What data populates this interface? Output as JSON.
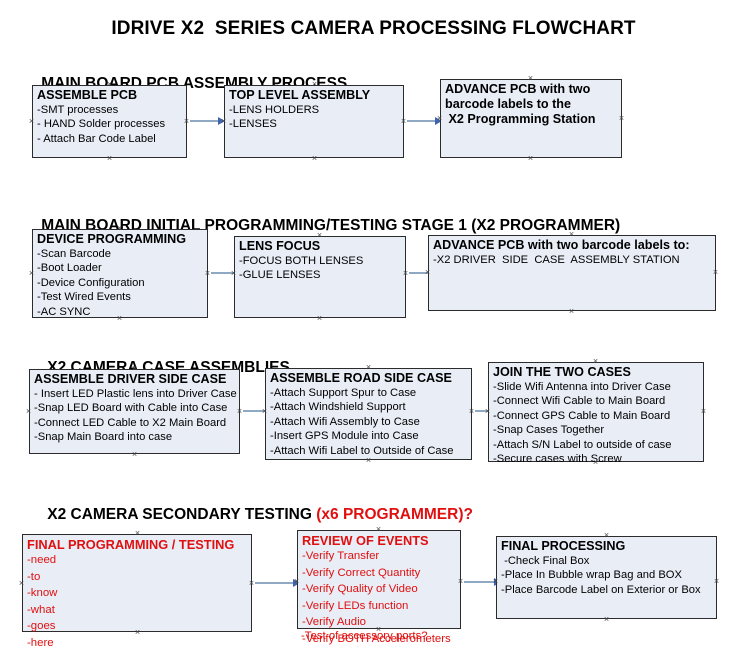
{
  "title": "IDRIVE X2  SERIES CAMERA PROCESSING FLOWCHART",
  "sections": [
    {
      "heading": "MAIN BOARD PCB ASSEMBLY PROCESS",
      "heading_red_suffix": "",
      "nodes": [
        {
          "title": "ASSEMBLE PCB",
          "lines": [
            "-SMT processes",
            "- HAND Solder processes",
            "- Attach Bar Code Label"
          ]
        },
        {
          "title": "TOP LEVEL ASSEMBLY",
          "lines": [
            "-LENS HOLDERS",
            "-LENSES"
          ]
        },
        {
          "title": "ADVANCE PCB with two",
          "lines": [
            "barcode labels to the",
            " X2 Programming Station"
          ]
        }
      ]
    },
    {
      "heading": "MAIN BOARD INITIAL PROGRAMMING/TESTING STAGE 1 (X2 PROGRAMMER)",
      "heading_red_suffix": "",
      "nodes": [
        {
          "title": "DEVICE PROGRAMMING",
          "lines": [
            "-Scan Barcode",
            "-Boot Loader",
            "-Device Configuration",
            "-Test Wired Events",
            "-AC SYNC"
          ]
        },
        {
          "title": "LENS FOCUS",
          "lines": [
            "-FOCUS BOTH LENSES",
            "-GLUE LENSES"
          ]
        },
        {
          "title": "ADVANCE PCB with two barcode labels to:",
          "lines": [
            "-X2 DRIVER  SIDE  CASE  ASSEMBLY STATION"
          ]
        }
      ]
    },
    {
      "heading": "X2 CAMERA CASE ASSEMBLIES",
      "heading_red_suffix": "",
      "nodes": [
        {
          "title": "ASSEMBLE DRIVER SIDE CASE",
          "lines": [
            "- Insert LED Plastic lens into Driver Case",
            "-Snap LED Board with Cable into Case",
            "-Connect LED Cable to X2 Main Board",
            "-Snap Main Board into case"
          ]
        },
        {
          "title": "ASSEMBLE ROAD SIDE CASE",
          "lines": [
            "-Attach Support Spur to Case",
            "-Attach Windshield Support",
            "-Attach Wifi Assembly to Case",
            "-Insert GPS Module into Case",
            "-Attach Wifi Label to Outside of Case"
          ]
        },
        {
          "title": "JOIN THE TWO CASES",
          "lines": [
            "-Slide Wifi Antenna into Driver Case",
            "-Connect Wifi Cable to Main Board",
            "-Connect GPS Cable to Main Board",
            "-Snap Cases Together",
            "-Attach S/N Label to outside of case",
            "-Secure cases with Screw"
          ]
        }
      ]
    },
    {
      "heading": "X2 CAMERA SECONDARY TESTING ",
      "heading_red_suffix": "(x6 PROGRAMMER)?",
      "nodes": [
        {
          "title": "FINAL PROGRAMMING / TESTING",
          "lines": [
            "-need",
            "-to",
            "-know",
            "-what",
            "-goes",
            "-here"
          ]
        },
        {
          "title": "REVIEW OF EVENTS",
          "lines": [
            "-Verify Transfer",
            "-Verify Correct Quantity",
            "-Verify Quality of Video",
            "-Verify LEDs function",
            "-Verify Audio",
            "-Verify BOTH Accelerometers"
          ],
          "overflow_line": "-Test of accessory ports?"
        },
        {
          "title": "FINAL PROCESSING",
          "lines": [
            " -Check Final Box",
            "-Place In Bubble wrap Bag and BOX",
            "-Place Barcode Label on Exterior or Box"
          ]
        }
      ]
    }
  ],
  "colors": {
    "node_fill": "#e8edf6",
    "node_border": "#2b2b2b",
    "connector_shaft": "#8fa9c4",
    "connector_head": "#3f63b0",
    "red_text": "#e01010",
    "text": "#000000",
    "background": "#ffffff"
  }
}
